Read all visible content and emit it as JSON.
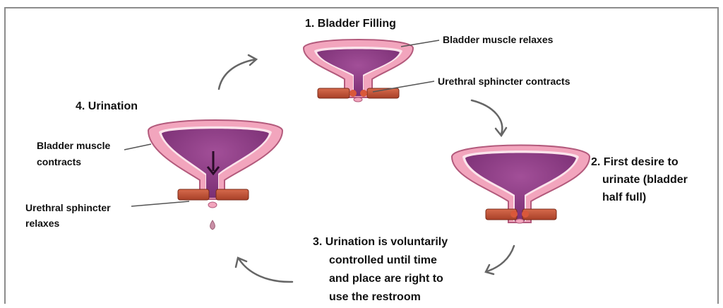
{
  "colors": {
    "bladder_outer": "#f2a5bd",
    "bladder_outline": "#b35a7c",
    "bladder_inner": "#8c3d84",
    "sphincter": "#c9553a",
    "arrow": "#666666",
    "leader": "#555555"
  },
  "steps": {
    "filling": {
      "title": "1. Bladder Filling",
      "muscle_note": "Bladder muscle relaxes",
      "sphincter_note": "Urethral sphincter contracts"
    },
    "first_desire": {
      "title_lines": [
        "2. First desire to",
        "urinate (bladder",
        "half full)"
      ]
    },
    "voluntary": {
      "text_lines": [
        "3.  Urination is voluntarily",
        "controlled until time",
        "and place are right to",
        "use the restroom"
      ]
    },
    "urination": {
      "title": "4. Urination",
      "muscle_note_lines": [
        "Bladder muscle",
        "contracts"
      ],
      "sphincter_note_lines": [
        "Urethral sphincter",
        "relaxes"
      ]
    }
  }
}
